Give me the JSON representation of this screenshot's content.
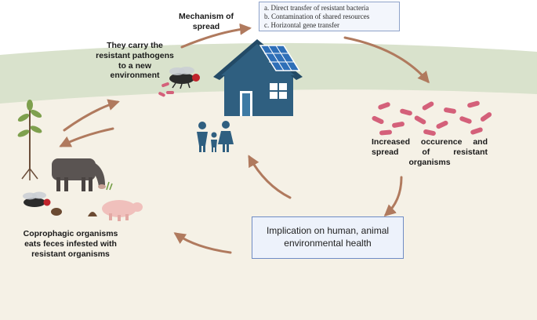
{
  "labels": {
    "mechanism_title": "Mechanism of spread",
    "carry": "They carry the resistant pathogens to a new environment",
    "increase": "Increased occurence and spread of resistant organisms",
    "coprophagic": "Coprophagic organisms eats feces infested with resistant organisms",
    "implication": "Implication on human, animal environmental health"
  },
  "mechanism_items": [
    "a. Direct transfer of resistant bacteria",
    "b. Contamination of shared resources",
    "c. Horizontal gene transfer"
  ],
  "colors": {
    "arrow": "#b07a5e",
    "background_land": "#f5f1e6",
    "background_grass": "#d9e2cc",
    "house": "#2f5f80",
    "bacteria": "#d4607a",
    "box_border": "#6f8cc4"
  },
  "icons": [
    "house-icon",
    "solar-panel-icon",
    "family-icon",
    "fly-icon",
    "cow-icon",
    "pig-icon",
    "plant-icon",
    "bacteria-icon",
    "feces-icon"
  ]
}
